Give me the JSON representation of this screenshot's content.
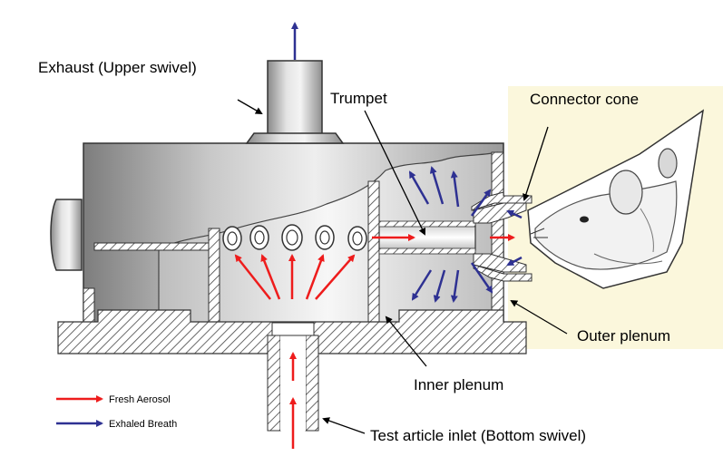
{
  "labels": {
    "exhaust": "Exhaust (Upper swivel)",
    "trumpet": "Trumpet",
    "connector_cone": "Connector cone",
    "outer_plenum": "Outer plenum",
    "inner_plenum": "Inner plenum",
    "test_article_inlet": "Test article inlet (Bottom swivel)"
  },
  "legend": [
    {
      "label": "Fresh Aerosol",
      "color": "#ee1c1c"
    },
    {
      "label": "Exhaled Breath",
      "color": "#2e3192"
    }
  ],
  "colors": {
    "fresh_aerosol": "#ee1c1c",
    "exhaled_breath": "#2e3192",
    "animal_panel": "#fbf7dc"
  }
}
